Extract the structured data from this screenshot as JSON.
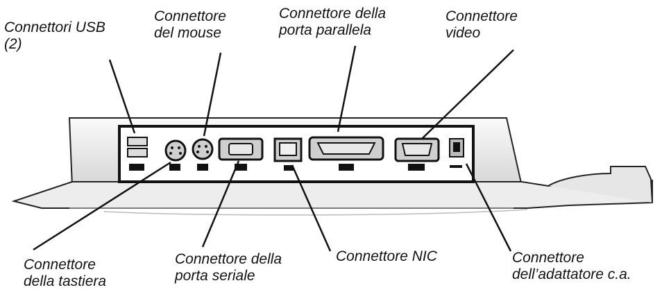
{
  "labels": {
    "usb": [
      "Connettori USB",
      "(2)"
    ],
    "mouse": [
      "Connettore",
      "del mouse"
    ],
    "parallel": [
      "Connettore della",
      "porta parallela"
    ],
    "video": [
      "Connettore",
      "video"
    ],
    "keyboard": [
      "Connettore",
      "della tastiera"
    ],
    "serial": [
      "Connettore della",
      "porta seriale"
    ],
    "nic": [
      "Connettore NIC"
    ],
    "ac_adapter": [
      "Connettore",
      "dell’adattatore c.a."
    ]
  },
  "colors": {
    "ink": "#111111",
    "panel": "#1a1a1a",
    "base_light": "#f2f2f2",
    "base_mid": "#d9d9d9"
  }
}
